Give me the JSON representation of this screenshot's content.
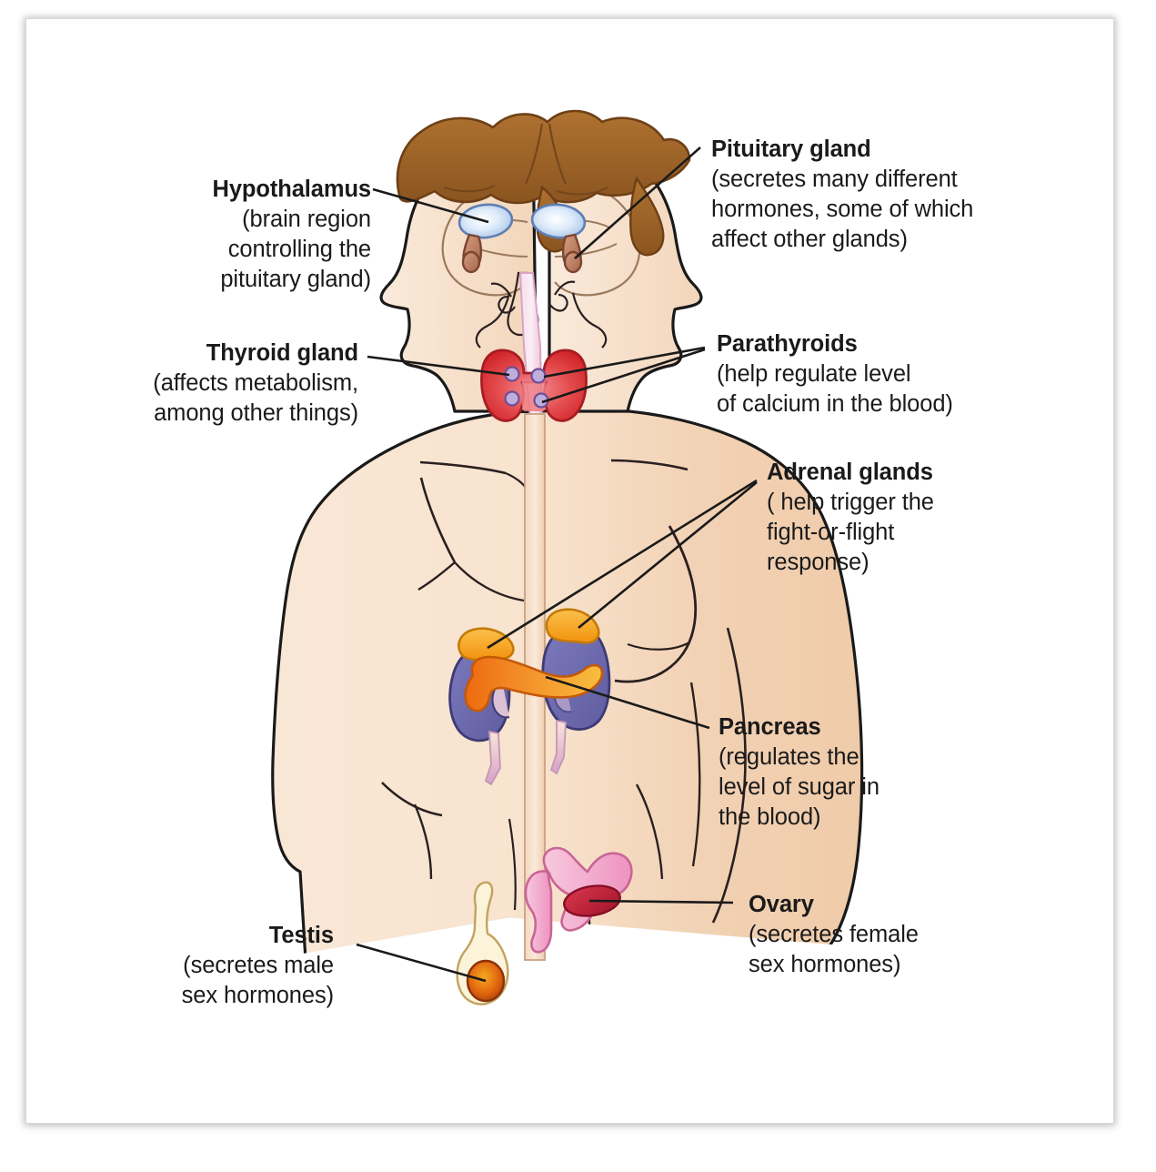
{
  "diagram": {
    "title_visible": false,
    "subject": "Human endocrine system glands",
    "colors": {
      "skin": "#F7E2CE",
      "skin_shadow": "#F0CDAE",
      "hair": "#A1672A",
      "hair_dark": "#8A5420",
      "thyroid": "#E03A3A",
      "thyroid_light": "#EF7F86",
      "parathyroid": "#B9A6D6",
      "trachea": "#F2C6DC",
      "hypothalamus": "#BFD5F2",
      "pituitary": "#B97A60",
      "kidney": "#6E6BAE",
      "adrenal": "#F6A623",
      "pancreas": "#F07C16",
      "ureter": "#DCA6C8",
      "uterus": "#F0A8C8",
      "ovary": "#C42238",
      "testis": "#E8781A",
      "scrotum": "#FAF1D8",
      "outline": "#1a1a1a",
      "leader": "#1a1a1a",
      "text": "#1a1a1a",
      "background": "#FFFFFF"
    },
    "labels": [
      {
        "id": "hypothalamus",
        "title": "Hypothalamus",
        "description_lines": [
          "(brain region",
          "controlling the",
          "pituitary gland)"
        ],
        "align": "right",
        "points_to": "hypothalamus-organ"
      },
      {
        "id": "pituitary",
        "title": "Pituitary gland",
        "description_lines": [
          "(secretes many different",
          "hormones, some of which",
          "affect other glands)"
        ],
        "align": "left",
        "points_to": "pituitary-organ"
      },
      {
        "id": "thyroid",
        "title": "Thyroid gland",
        "description_lines": [
          "(affects metabolism,",
          "among other things)"
        ],
        "align": "right",
        "points_to": "thyroid-organ"
      },
      {
        "id": "parathyroids",
        "title": "Parathyroids",
        "description_lines": [
          "(help regulate level",
          "of calcium in the blood)"
        ],
        "align": "left",
        "points_to": "parathyroid-organ"
      },
      {
        "id": "adrenal",
        "title": "Adrenal glands",
        "description_lines": [
          "( help trigger the",
          "fight-or-flight",
          "response)"
        ],
        "align": "left",
        "points_to": "adrenal-organ"
      },
      {
        "id": "pancreas",
        "title": "Pancreas",
        "description_lines": [
          "(regulates the",
          "level of sugar in",
          "the blood)"
        ],
        "align": "left",
        "points_to": "pancreas-organ"
      },
      {
        "id": "ovary",
        "title": "Ovary",
        "description_lines": [
          "(secretes female",
          "sex hormones)"
        ],
        "align": "left",
        "points_to": "ovary-organ"
      },
      {
        "id": "testis",
        "title": "Testis",
        "description_lines": [
          "(secretes male",
          "sex hormones)"
        ],
        "align": "right",
        "points_to": "testis-organ"
      }
    ],
    "organs": [
      {
        "id": "hypothalamus-organ",
        "name": "Hypothalamus"
      },
      {
        "id": "pituitary-organ",
        "name": "Pituitary gland"
      },
      {
        "id": "thyroid-organ",
        "name": "Thyroid gland"
      },
      {
        "id": "parathyroid-organ",
        "name": "Parathyroid glands"
      },
      {
        "id": "adrenal-organ",
        "name": "Adrenal glands"
      },
      {
        "id": "pancreas-organ",
        "name": "Pancreas"
      },
      {
        "id": "ovary-organ",
        "name": "Ovary"
      },
      {
        "id": "testis-organ",
        "name": "Testis"
      }
    ]
  }
}
